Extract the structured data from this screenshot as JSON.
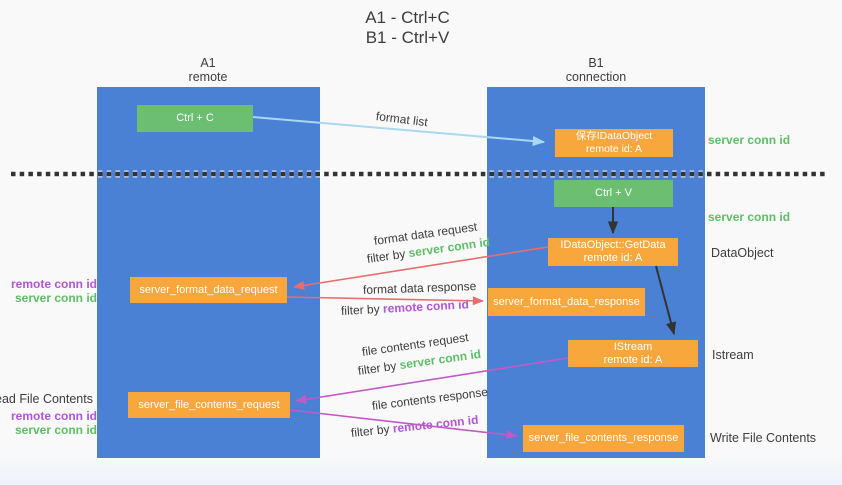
{
  "title": {
    "line1": "A1 - Ctrl+C",
    "line2": "B1 - Ctrl+V"
  },
  "columns": {
    "a1": {
      "name": "A1",
      "role": "remote"
    },
    "b1": {
      "name": "B1",
      "role": "connection"
    }
  },
  "nodes": {
    "ctrl_c": {
      "label": "Ctrl + C"
    },
    "ctrl_v": {
      "label": "Ctrl + V"
    },
    "save_dataobject": {
      "line1": "保存IDataObject",
      "line2": "remote id: A"
    },
    "getdata": {
      "line1": "IDataObject::GetData",
      "line2": "remote id: A"
    },
    "istream": {
      "line1": "IStream",
      "line2": "remote id: A"
    },
    "format_request": {
      "label": "server_format_data_request"
    },
    "format_response": {
      "label": "server_format_data_response"
    },
    "file_request": {
      "label": "server_file_contents_request"
    },
    "file_response": {
      "label": "server_file_contents_response"
    }
  },
  "flow_labels": {
    "format_list": "format list",
    "format_data_request": "format data request",
    "format_data_request_filter": {
      "prefix": "filter by ",
      "key": "server conn id"
    },
    "format_data_response": "format data response",
    "format_data_response_filter": {
      "prefix": "filter by ",
      "key": "remote conn id"
    },
    "file_contents_request": "file contents request",
    "file_contents_request_filter": {
      "prefix": "filter by ",
      "key": "server conn id"
    },
    "file_contents_response": "file contents response",
    "file_contents_response_filter": {
      "prefix": "filter by ",
      "key": "remote conn id"
    }
  },
  "right_labels": {
    "server_conn_id_clipboard": "server conn id",
    "server_conn_id_paste": "server conn id",
    "dataobject": "DataObject",
    "istream": "Istream",
    "write_file_contents": "Write File Contents"
  },
  "left_labels": {
    "format_remote_conn_id": "remote conn id",
    "format_server_conn_id": "server conn id",
    "read_file_contents": "Read File Contents",
    "file_remote_conn_id": "remote conn id",
    "file_server_conn_id": "server conn id"
  },
  "colors": {
    "lifeline_blue": "#4a81d4",
    "node_orange": "#f8a73c",
    "node_green": "#6cbf70",
    "text_green": "#5dbe66",
    "text_purple": "#b155d8",
    "arrow_red": "#ea6d6d",
    "arrow_magenta": "#c15ac6",
    "arrow_lightblue": "#a8d8f2",
    "arrow_black": "#333333",
    "divider_black": "#333333"
  }
}
